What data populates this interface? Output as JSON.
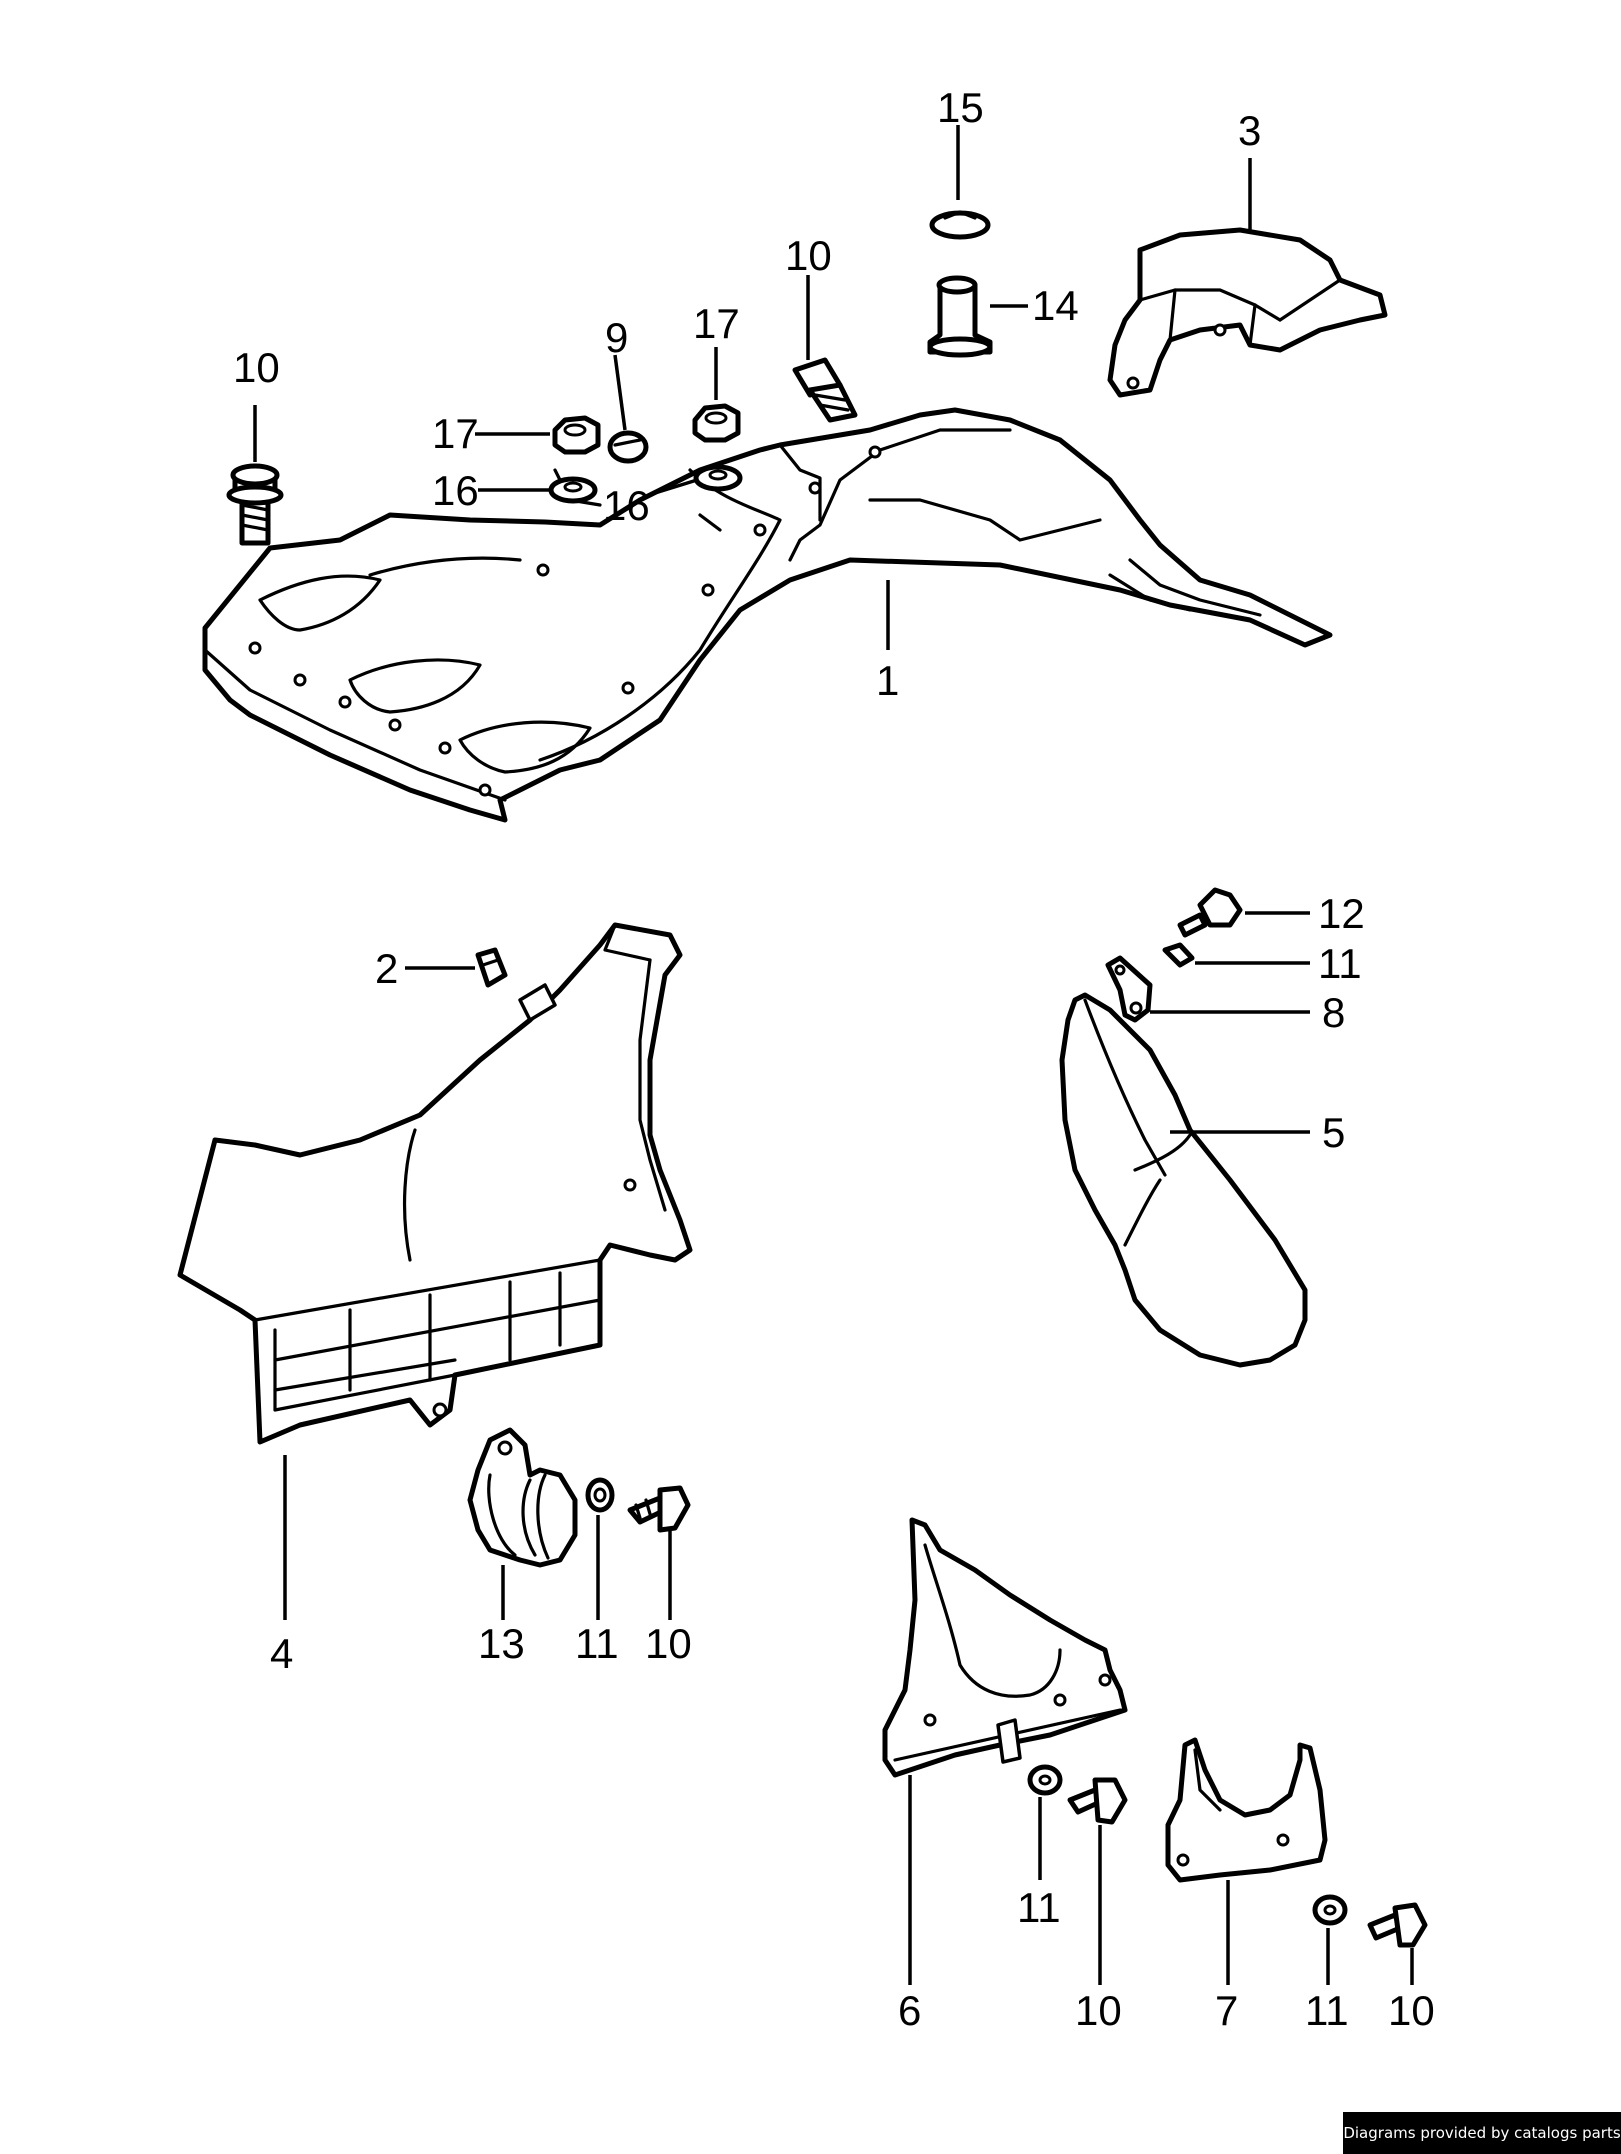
{
  "callouts": {
    "c15": "15",
    "c3": "3",
    "c10a": "10",
    "c14": "14",
    "c17a": "17",
    "c9": "9",
    "c10b": "10",
    "c17b": "17",
    "c16a": "16",
    "c16b": "16",
    "c1": "1",
    "c2": "2",
    "c12": "12",
    "c11a": "11",
    "c8": "8",
    "c5": "5",
    "c4": "4",
    "c13": "13",
    "c11b": "11",
    "c10c": "10",
    "c6": "6",
    "c11c": "11",
    "c10d": "10",
    "c7": "7",
    "c11d": "11",
    "c10e": "10"
  },
  "credit": "Diagrams provided by catalogs parts"
}
